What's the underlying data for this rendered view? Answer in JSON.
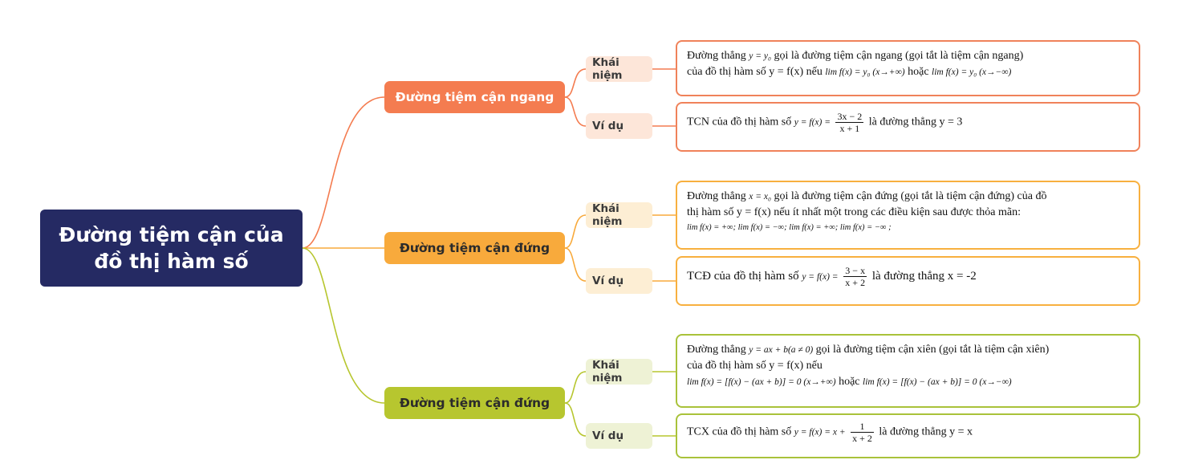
{
  "root": {
    "title": "Đường tiệm cận của đồ thị hàm số",
    "color": "#252a63"
  },
  "branches": [
    {
      "label": "Đường tiệm cận ngang",
      "color": "#f47c50",
      "concept_label": "Khái niệm",
      "example_label": "Ví dụ",
      "concept_lines": [
        "Đường thẳng",
        "y = y₀",
        "gọi là đường tiệm cận ngang (gọi tắt là tiệm cận ngang)",
        "của đồ thị hàm số y = f(x) nếu",
        "lim f(x) = y₀ (x→+∞)",
        "hoặc",
        "lim f(x) = y₀ (x→−∞)"
      ],
      "example_lines": [
        "TCN của đồ thị hàm số",
        "y = f(x) =",
        "3x − 2",
        "x + 1",
        "là đường thẳng y = 3"
      ]
    },
    {
      "label": "Đường tiệm cận đứng",
      "color": "#f8aa3c",
      "concept_label": "Khái niệm",
      "example_label": "Ví dụ",
      "concept_lines": [
        "Đường thẳng",
        "x = x₀",
        "gọi là đường tiệm cận đứng (gọi tắt là tiệm cận đứng) của đồ",
        "thị hàm số y = f(x) nếu ít nhất một trong các điều kiện sau được thỏa mãn:",
        "lim f(x) = +∞; lim f(x) = −∞; lim f(x) = +∞; lim f(x) = −∞ ;"
      ],
      "example_lines": [
        "TCĐ của đồ thị hàm số",
        "y = f(x) =",
        "3 − x",
        "x + 2",
        "là đường thẳng x = -2"
      ]
    },
    {
      "label": "Đường tiệm cận đứng",
      "color": "#b7c62f",
      "concept_label": "Khái niệm",
      "example_label": "Ví dụ",
      "concept_lines": [
        "Đường thẳng",
        "y = ax + b(a ≠ 0)",
        "gọi là đường tiệm cận xiên (gọi tắt là tiệm cận xiên)",
        "của đồ thị hàm số y = f(x) nếu",
        "lim f(x) = [f(x) − (ax + b)] = 0 (x→+∞)",
        "hoặc",
        "lim f(x) = [f(x) − (ax + b)] = 0 (x→−∞)"
      ],
      "example_lines": [
        "TCX của đồ thị hàm số",
        "y = f(x) = x +",
        "1",
        "x + 2",
        "là đường thẳng y = x"
      ]
    }
  ]
}
